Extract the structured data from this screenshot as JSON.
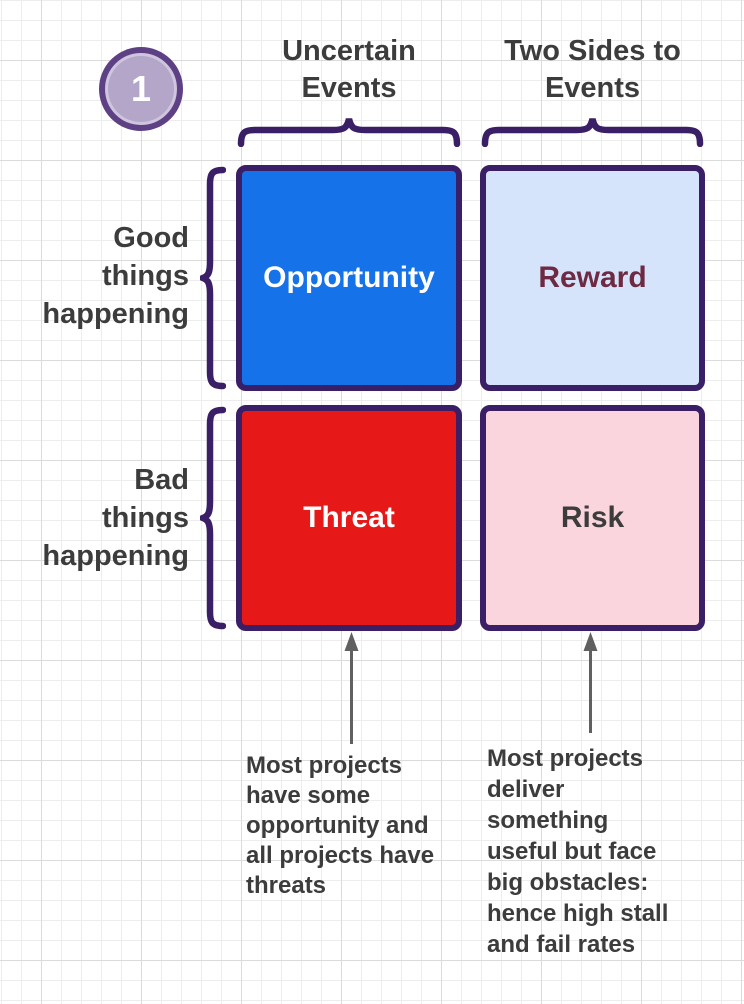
{
  "diagram": {
    "badge": {
      "number": "1"
    },
    "column_headers": [
      {
        "label": "Uncertain\nEvents"
      },
      {
        "label": "Two Sides to\nEvents"
      }
    ],
    "row_labels": [
      {
        "label": "Good\nthings\nhappening"
      },
      {
        "label": "Bad\nthings\nhappening"
      }
    ],
    "quadrants": [
      {
        "name": "opportunity",
        "label": "Opportunity",
        "fill": "#1672e8",
        "text_color": "#ffffff"
      },
      {
        "name": "reward",
        "label": "Reward",
        "fill": "#d6e4fb",
        "text_color": "#6e2a43"
      },
      {
        "name": "threat",
        "label": "Threat",
        "fill": "#e71818",
        "text_color": "#ffffff"
      },
      {
        "name": "risk",
        "label": "Risk",
        "fill": "#fbd5dd",
        "text_color": "#3c3c3c"
      }
    ],
    "annotations": [
      {
        "text": "Most projects\nhave some\nopportunity and\nall projects have\nthreats"
      },
      {
        "text": "Most projects\ndeliver\nsomething\nuseful but face\nbig obstacles:\nhence high stall\nand fail rates"
      }
    ],
    "colors": {
      "outline_purple": "#3a1f66",
      "text_dark": "#3c3c3c",
      "arrow_gray": "#606060",
      "badge_fill": "#b3a6c8",
      "badge_ring": "#5e4185",
      "grid_minor": "#ededed",
      "grid_major": "#dbdbdb"
    }
  }
}
